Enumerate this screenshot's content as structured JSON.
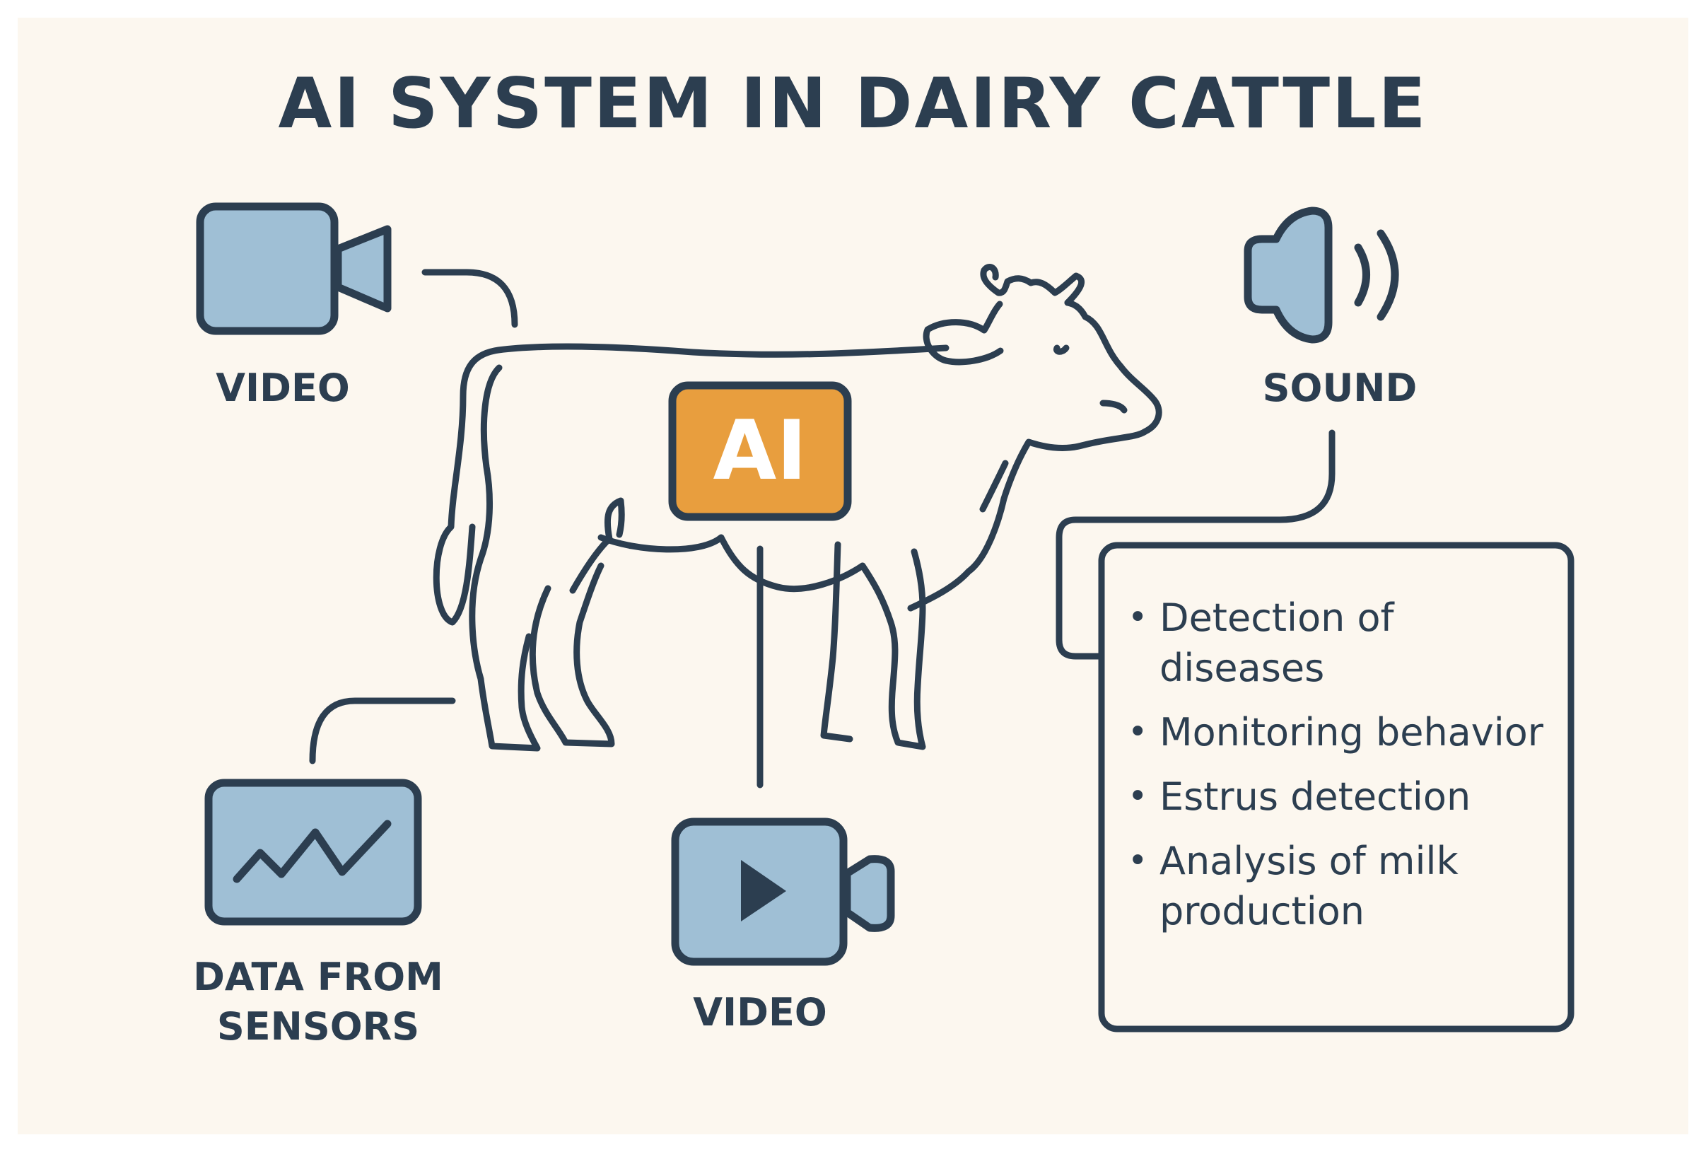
{
  "title": "AI SYSTEM IN DAIRY CATTLE",
  "center": {
    "badge": "AI"
  },
  "inputs": {
    "video_top": {
      "label": "VIDEO",
      "icon": "video-camera-icon"
    },
    "sound": {
      "label": "SOUND",
      "icon": "speaker-icon"
    },
    "sensors": {
      "label": "DATA FROM SENSORS",
      "icon": "sensor-chart-icon"
    },
    "video_bottom": {
      "label": "VIDEO",
      "icon": "video-play-camera-icon"
    }
  },
  "uses": [
    "Detection of diseases",
    "Monitoring behavior",
    "Estrus detection",
    "Analysis of milk production"
  ],
  "colors": {
    "background": "#fcf7ef",
    "stroke": "#2c3e50",
    "icon_fill": "#9fbfd5",
    "ai_fill": "#e89e3e"
  }
}
